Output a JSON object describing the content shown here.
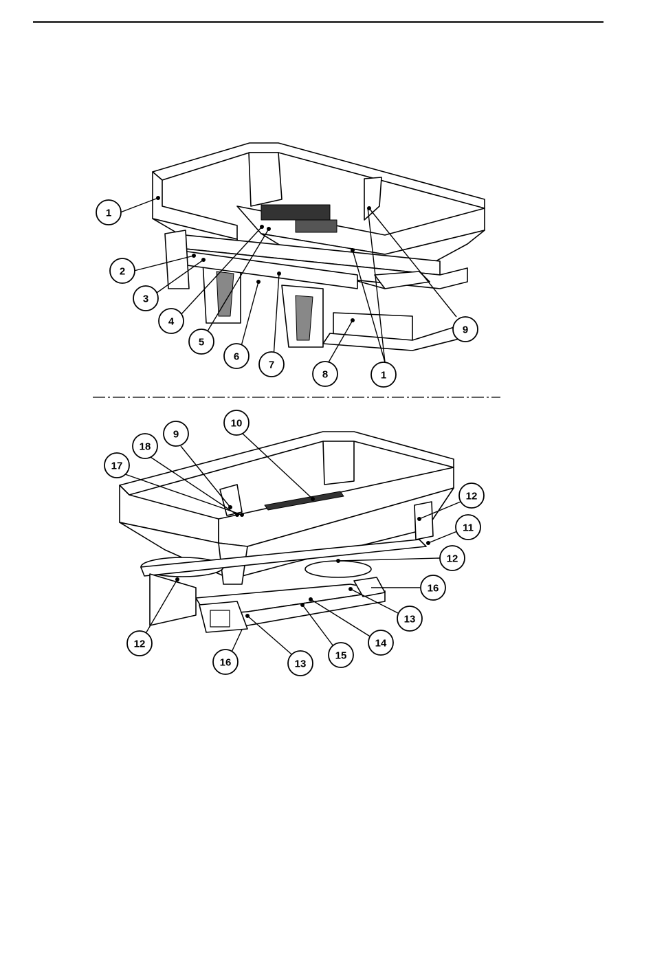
{
  "figure_top": {
    "callouts": [
      "1",
      "2",
      "3",
      "4",
      "5",
      "6",
      "7",
      "8",
      "9",
      "1"
    ]
  },
  "figure_bottom": {
    "callouts": [
      "9",
      "10",
      "18",
      "17",
      "12",
      "11",
      "12",
      "16",
      "13",
      "14",
      "15",
      "13",
      "16",
      "12"
    ]
  }
}
